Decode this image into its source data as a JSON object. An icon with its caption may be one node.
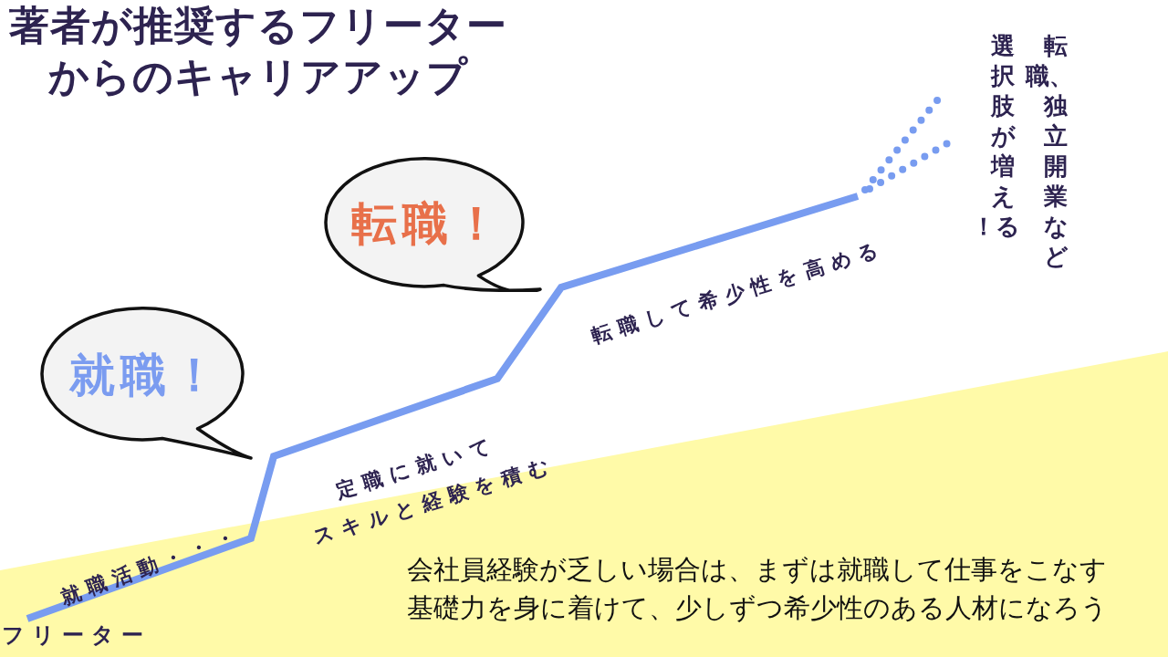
{
  "diagram": {
    "title": "著者が推奨するフリーターからのキャリアアップ",
    "nodes": [
      {
        "text": [
          "就職！"
        ]
      },
      {
        "text": [
          "転職！"
        ]
      }
    ],
    "edges": [],
    "labels": [
      "転職、独立開業など選択肢が増える！",
      "転職して希少性を高める",
      "定職に就いて",
      "スキルと経験を積む",
      "就職活動・・・",
      "フリーター",
      "会社員経験が乏しい場合は、まずは就職して仕事をこなす基礎力を身に着けて、少しずつ希少性のある人材になろう"
    ]
  }
}
